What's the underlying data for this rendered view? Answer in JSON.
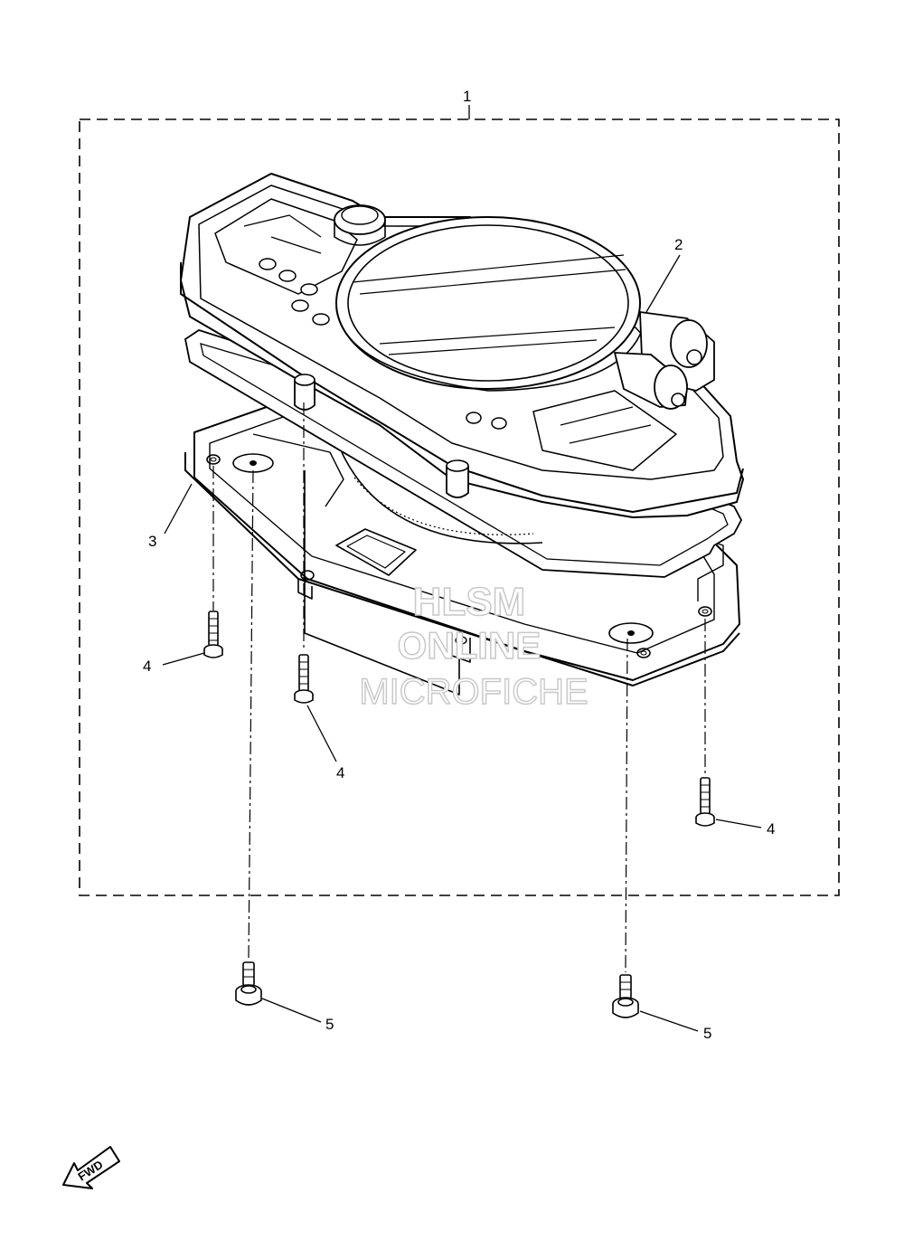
{
  "diagram": {
    "callouts": [
      {
        "id": "c1",
        "label": "1"
      },
      {
        "id": "c2",
        "label": "2"
      },
      {
        "id": "c3",
        "label": "3"
      },
      {
        "id": "c4a",
        "label": "4"
      },
      {
        "id": "c4b",
        "label": "4"
      },
      {
        "id": "c4c",
        "label": "4"
      },
      {
        "id": "c5a",
        "label": "5"
      },
      {
        "id": "c5b",
        "label": "5"
      }
    ],
    "watermark": {
      "line1": "HLSM",
      "line2": "ONLINE",
      "line3": "MICROFICHE"
    },
    "fwd_label": "FWD"
  }
}
